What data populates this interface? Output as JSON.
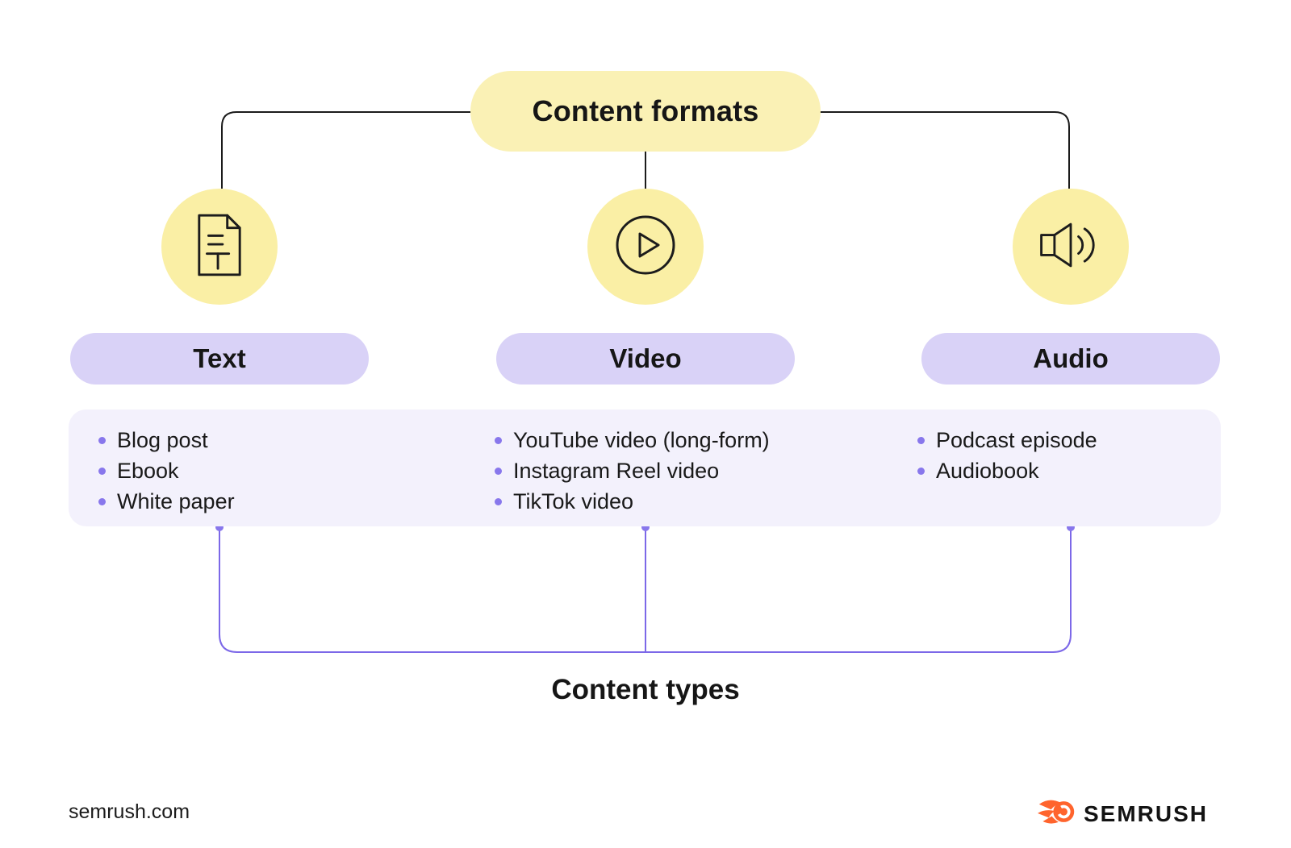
{
  "root": {
    "label": "Content formats"
  },
  "branches": [
    {
      "id": "text",
      "icon": "document-text-icon",
      "label": "Text",
      "items": [
        "Blog post",
        "Ebook",
        "White paper"
      ]
    },
    {
      "id": "video",
      "icon": "play-circle-icon",
      "label": "Video",
      "items": [
        "YouTube video (long-form)",
        "Instagram Reel video",
        "TikTok video"
      ]
    },
    {
      "id": "audio",
      "icon": "speaker-icon",
      "label": "Audio",
      "items": [
        "Podcast episode",
        "Audiobook"
      ]
    }
  ],
  "bottom_label": "Content types",
  "footer": {
    "site": "semrush.com",
    "brand": "SEMRUSH"
  },
  "colors": {
    "root_pill_yellow": "#FAF1B5",
    "icon_circle_yellow": "#FAEFA5",
    "category_pill_lavender": "#D9D2F7",
    "panel_lavender": "#F3F1FC",
    "accent_purple": "#7C68E8",
    "bullet_purple": "#8877EC",
    "line_black": "#1B1B1B",
    "brand_orange": "#FF642D"
  }
}
